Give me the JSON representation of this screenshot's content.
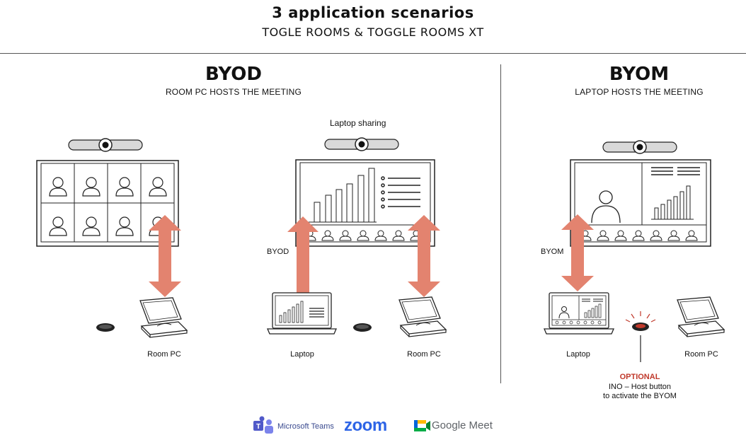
{
  "header": {
    "title": "3 application scenarios",
    "subtitle": "TOGLE ROOMS & TOGGLE ROOMS XT"
  },
  "byod": {
    "heading": "BYOD",
    "subheading": "ROOM PC HOSTS THE MEETING",
    "sharing_label": "Laptop sharing",
    "byod_tag": "BYOD",
    "label_roompc_1": "Room PC",
    "label_laptop": "Laptop",
    "label_roompc_2": "Room PC"
  },
  "byom": {
    "heading": "BYOM",
    "subheading": "LAPTOP HOSTS THE MEETING",
    "byom_tag": "BYOM",
    "label_laptop": "Laptop",
    "label_roompc": "Room PC",
    "optional_title": "OPTIONAL",
    "optional_line1": "INO – Host button",
    "optional_line2": "to activate the BYOM"
  },
  "footer": {
    "teams": "Microsoft Teams",
    "zoom": "zoom",
    "meet": "Google Meet"
  },
  "colors": {
    "arrow": "#e3836f",
    "accent": "#c0392b",
    "line": "#222222"
  }
}
